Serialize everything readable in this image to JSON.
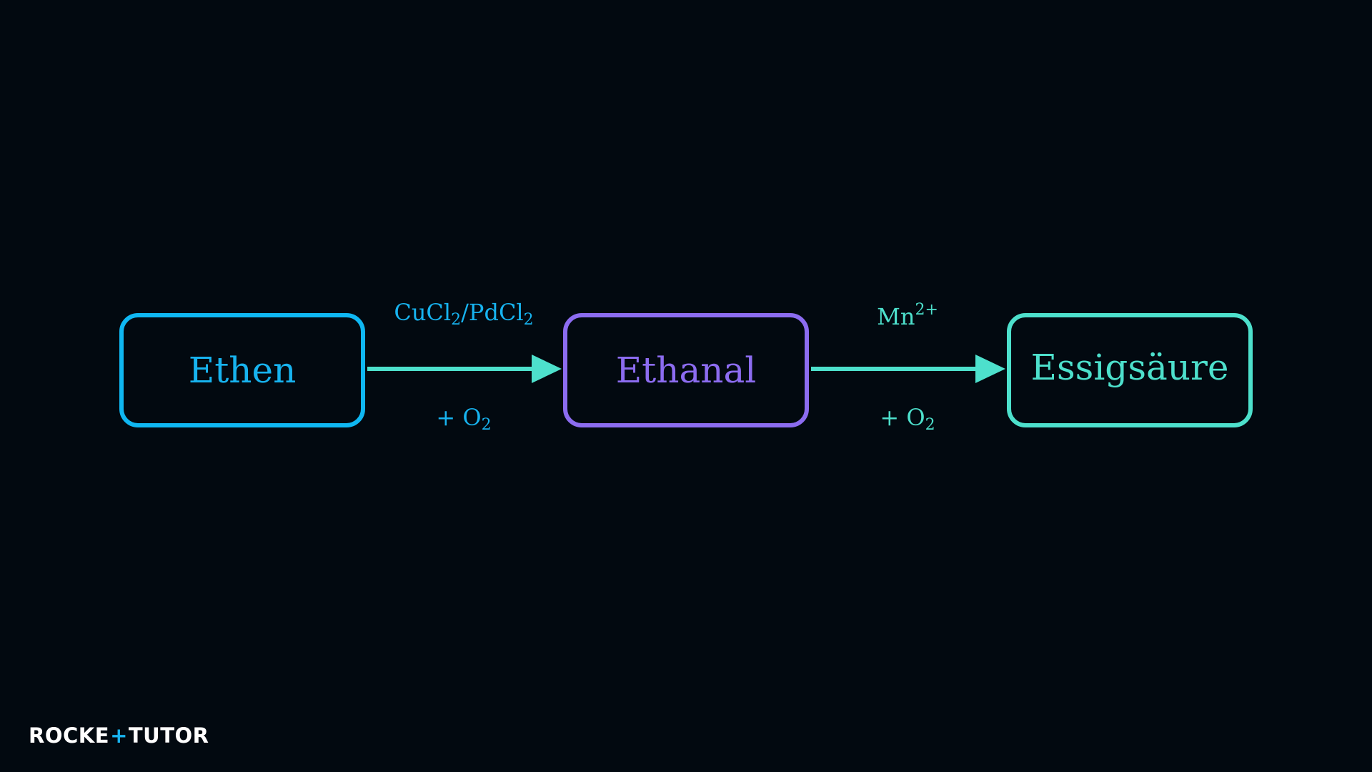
{
  "nodes": [
    {
      "label": "Ethen",
      "color": "#17b3ef"
    },
    {
      "label": "Ethanal",
      "color": "#8c6cf0"
    },
    {
      "label": "Essigsäure",
      "color": "#4de0cc"
    }
  ],
  "edges": [
    {
      "from": "Ethen",
      "to": "Ethanal",
      "catalyst": {
        "parts": [
          "CuCl",
          "2",
          "/PdCl",
          "2"
        ]
      },
      "reagent": {
        "parts": [
          "+ O",
          "2"
        ]
      }
    },
    {
      "from": "Ethanal",
      "to": "Essigsäure",
      "catalyst": {
        "parts": [
          "Mn",
          "2+"
        ]
      },
      "reagent": {
        "parts": [
          "+ O",
          "2"
        ]
      }
    }
  ],
  "colors": {
    "background": "#020910",
    "arrow": "#4de0cc"
  },
  "logo": {
    "text_a": "ROCKE",
    "plus": "+",
    "text_b": "TUTO",
    "text_c": "R"
  }
}
